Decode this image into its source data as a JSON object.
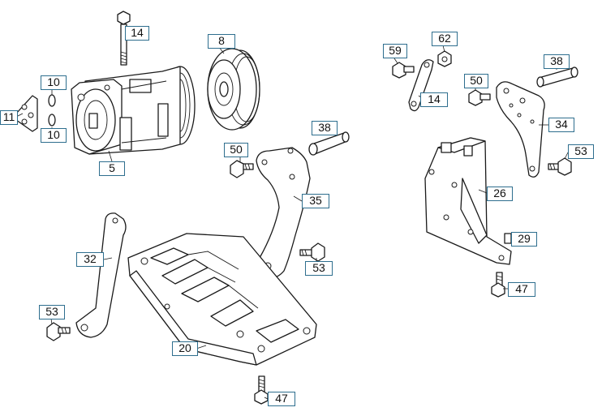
{
  "diagram": {
    "callouts": [
      {
        "id": "c14a",
        "text": "14"
      },
      {
        "id": "c8",
        "text": "8"
      },
      {
        "id": "c10a",
        "text": "10"
      },
      {
        "id": "c11",
        "text": "11"
      },
      {
        "id": "c10b",
        "text": "10"
      },
      {
        "id": "c5",
        "text": "5"
      },
      {
        "id": "c38a",
        "text": "38"
      },
      {
        "id": "c50a",
        "text": "50"
      },
      {
        "id": "c35",
        "text": "35"
      },
      {
        "id": "c53a",
        "text": "53"
      },
      {
        "id": "c32",
        "text": "32"
      },
      {
        "id": "c53b",
        "text": "53"
      },
      {
        "id": "c20",
        "text": "20"
      },
      {
        "id": "c47a",
        "text": "47"
      },
      {
        "id": "c59",
        "text": "59"
      },
      {
        "id": "c62",
        "text": "62"
      },
      {
        "id": "c14b",
        "text": "14"
      },
      {
        "id": "c50b",
        "text": "50"
      },
      {
        "id": "c38b",
        "text": "38"
      },
      {
        "id": "c34",
        "text": "34"
      },
      {
        "id": "c53c",
        "text": "53"
      },
      {
        "id": "c26",
        "text": "26"
      },
      {
        "id": "c29",
        "text": "29"
      },
      {
        "id": "c47b",
        "text": "47"
      }
    ],
    "colors": {
      "callout_border": "#2e6e8e",
      "line": "#1a1a1a",
      "background": "#ffffff"
    }
  }
}
